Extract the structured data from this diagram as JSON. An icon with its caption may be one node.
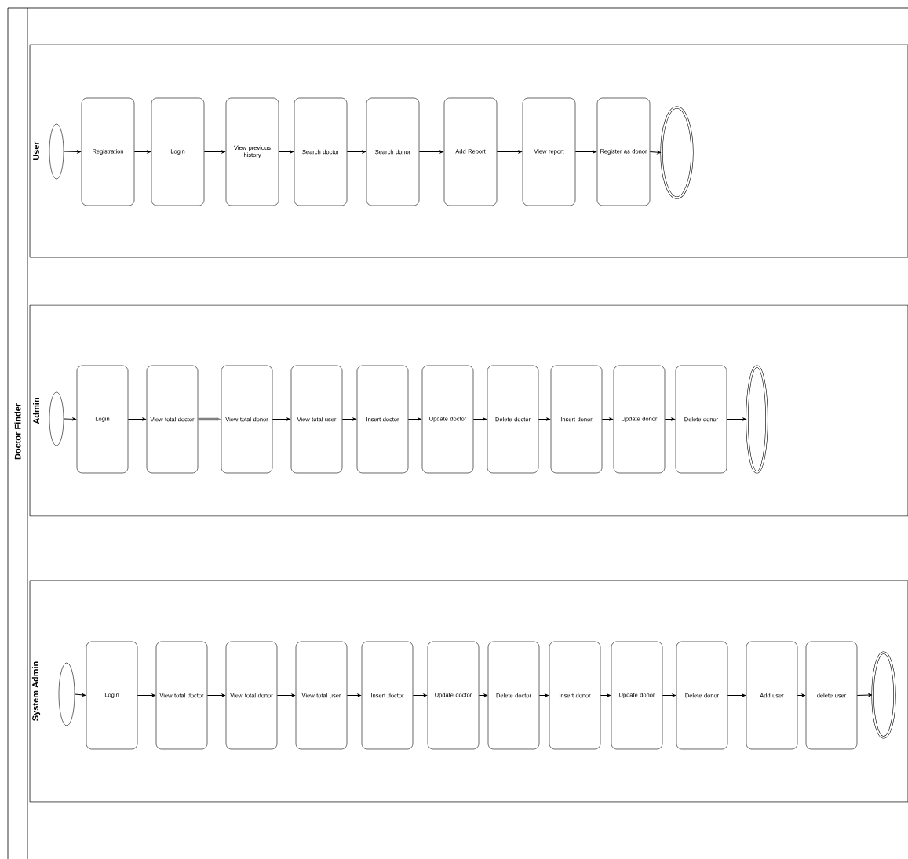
{
  "diagram": {
    "nodes": [
      {
        "text": [
          "Doctor Finder"
        ]
      },
      {
        "text": [
          "User"
        ],
        "in": 0
      },
      {
        "text": [],
        "shape": "circle",
        "in": 1
      },
      {
        "text": [
          "Registration"
        ],
        "in": 1
      },
      {
        "text": [
          "Login"
        ],
        "in": 1
      },
      {
        "text": [
          "View previous history"
        ],
        "in": 1
      },
      {
        "text": [
          "Search doctor"
        ],
        "in": 1
      },
      {
        "text": [
          "Search donor"
        ],
        "in": 1
      },
      {
        "text": [
          "Add Report"
        ],
        "in": 1
      },
      {
        "text": [
          "View report"
        ],
        "in": 1
      },
      {
        "text": [
          "Register as donor"
        ],
        "in": 1
      },
      {
        "text": [],
        "shape": "circle",
        "in": 1
      },
      {
        "text": [
          "Admin"
        ],
        "in": 0
      },
      {
        "text": [],
        "shape": "circle",
        "in": 12
      },
      {
        "text": [
          "Login"
        ],
        "in": 12
      },
      {
        "text": [
          "View total doctor"
        ],
        "in": 12
      },
      {
        "text": [
          "View total donor"
        ],
        "in": 12
      },
      {
        "text": [
          "View total user"
        ],
        "in": 12
      },
      {
        "text": [
          "Insert doctor"
        ],
        "in": 12
      },
      {
        "text": [
          "Update doctor"
        ],
        "in": 12
      },
      {
        "text": [
          "Delete doctor"
        ],
        "in": 12
      },
      {
        "text": [
          "Insert donor"
        ],
        "in": 12
      },
      {
        "text": [
          "Update donor"
        ],
        "in": 12
      },
      {
        "text": [
          "Delete donor"
        ],
        "in": 12
      },
      {
        "text": [],
        "shape": "circle",
        "in": 12
      },
      {
        "text": [
          "System Admin"
        ],
        "in": 0
      },
      {
        "text": [],
        "shape": "circle",
        "in": 25
      },
      {
        "text": [
          "Login"
        ],
        "in": 25
      },
      {
        "text": [
          "View total doctor"
        ],
        "in": 25
      },
      {
        "text": [
          "View total donor"
        ],
        "in": 25
      },
      {
        "text": [
          "View total user"
        ],
        "in": 25
      },
      {
        "text": [
          "Insert doctor"
        ],
        "in": 25
      },
      {
        "text": [
          "Update doctor"
        ],
        "in": 25
      },
      {
        "text": [
          "Delete doctor"
        ],
        "in": 25
      },
      {
        "text": [
          "Insert donor"
        ],
        "in": 25
      },
      {
        "text": [
          "Update donor"
        ],
        "in": 25
      },
      {
        "text": [
          "Delete donor"
        ],
        "in": 25
      },
      {
        "text": [
          "Add user"
        ],
        "in": 25
      },
      {
        "text": [
          "delete user"
        ],
        "in": 25
      },
      {
        "text": [],
        "shape": "circle",
        "in": 25
      }
    ],
    "edges": [
      {
        "from": 2,
        "to": 3,
        "arrow": "to"
      },
      {
        "from": 3,
        "to": 4,
        "arrow": "to"
      },
      {
        "from": 4,
        "to": 5,
        "arrow": "to"
      },
      {
        "from": 5,
        "to": 6,
        "arrow": "to"
      },
      {
        "from": 6,
        "to": 7,
        "arrow": "to"
      },
      {
        "from": 7,
        "to": 8,
        "arrow": "to"
      },
      {
        "from": 8,
        "to": 9,
        "arrow": "to"
      },
      {
        "from": 9,
        "to": 10,
        "arrow": "to"
      },
      {
        "from": 10,
        "to": 11,
        "arrow": "to"
      },
      {
        "from": 13,
        "to": 14,
        "arrow": "to"
      },
      {
        "from": 14,
        "to": 15,
        "arrow": "to"
      },
      {
        "from": 15,
        "to": 16,
        "arrow": "to",
        "style": "thick",
        "color": "#808080"
      },
      {
        "from": 16,
        "to": 17,
        "arrow": "to"
      },
      {
        "from": 17,
        "to": 18,
        "arrow": "to"
      },
      {
        "from": 18,
        "to": 19,
        "arrow": "to"
      },
      {
        "from": 19,
        "to": 20,
        "arrow": "to"
      },
      {
        "from": 20,
        "to": 21,
        "arrow": "to"
      },
      {
        "from": 21,
        "to": 22,
        "arrow": "to"
      },
      {
        "from": 22,
        "to": 23,
        "arrow": "to"
      },
      {
        "from": 23,
        "to": 24,
        "arrow": "to"
      },
      {
        "from": 26,
        "to": 27,
        "arrow": "to"
      },
      {
        "from": 27,
        "to": 28,
        "arrow": "to"
      },
      {
        "from": 28,
        "to": 29,
        "arrow": "to"
      },
      {
        "from": 29,
        "to": 30,
        "arrow": "to"
      },
      {
        "from": 30,
        "to": 31,
        "arrow": "to"
      },
      {
        "from": 31,
        "to": 32,
        "arrow": "to"
      },
      {
        "from": 32,
        "to": 33,
        "arrow": "to"
      },
      {
        "from": 33,
        "to": 34,
        "arrow": "to"
      },
      {
        "from": 34,
        "to": 35,
        "arrow": "to"
      },
      {
        "from": 35,
        "to": 36,
        "arrow": "to"
      },
      {
        "from": 36,
        "to": 37,
        "arrow": "to"
      },
      {
        "from": 37,
        "to": 38,
        "arrow": "to"
      },
      {
        "from": 38,
        "to": 39,
        "arrow": "to"
      }
    ]
  }
}
